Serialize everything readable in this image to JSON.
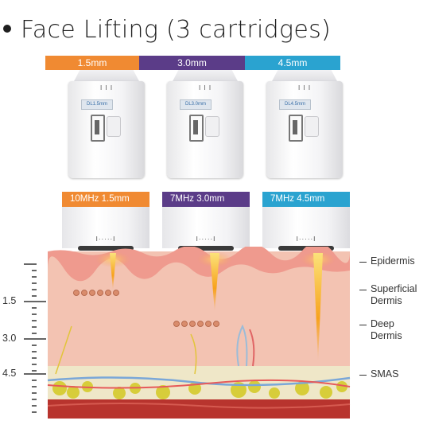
{
  "title": "Face Lifting (3 cartridges)",
  "depth_bars": [
    {
      "label": "1.5mm",
      "color": "#f08a32"
    },
    {
      "label": "3.0mm",
      "color": "#5b3c88"
    },
    {
      "label": "4.5mm",
      "color": "#2aa3d0"
    }
  ],
  "cartridges": [
    {
      "label": "DL1.5mm",
      "ticks": "I I I"
    },
    {
      "label": "DL3.0mm",
      "ticks": "I I I"
    },
    {
      "label": "DL4.5mm",
      "ticks": "I I I"
    }
  ],
  "heads": [
    {
      "label": "10MHz  1.5mm",
      "color": "#f08a32",
      "dots": "I·····I"
    },
    {
      "label": "7MHz  3.0mm",
      "color": "#5b3c88",
      "dots": "I·····I"
    },
    {
      "label": "7MHz  4.5mm",
      "color": "#2aa3d0",
      "dots": "I·····I"
    }
  ],
  "depth_axis": [
    "1.5",
    "3.0",
    "4.5"
  ],
  "layers": [
    "Epidermis",
    "Superficial Dermis",
    "Deep Dermis",
    "SMAS"
  ],
  "colors": {
    "skin": "#f4c2b0",
    "epidermis": "#f09a8c",
    "fat": "#e2d64a",
    "muscle": "#b8342e",
    "beam": "#f7a21c"
  }
}
